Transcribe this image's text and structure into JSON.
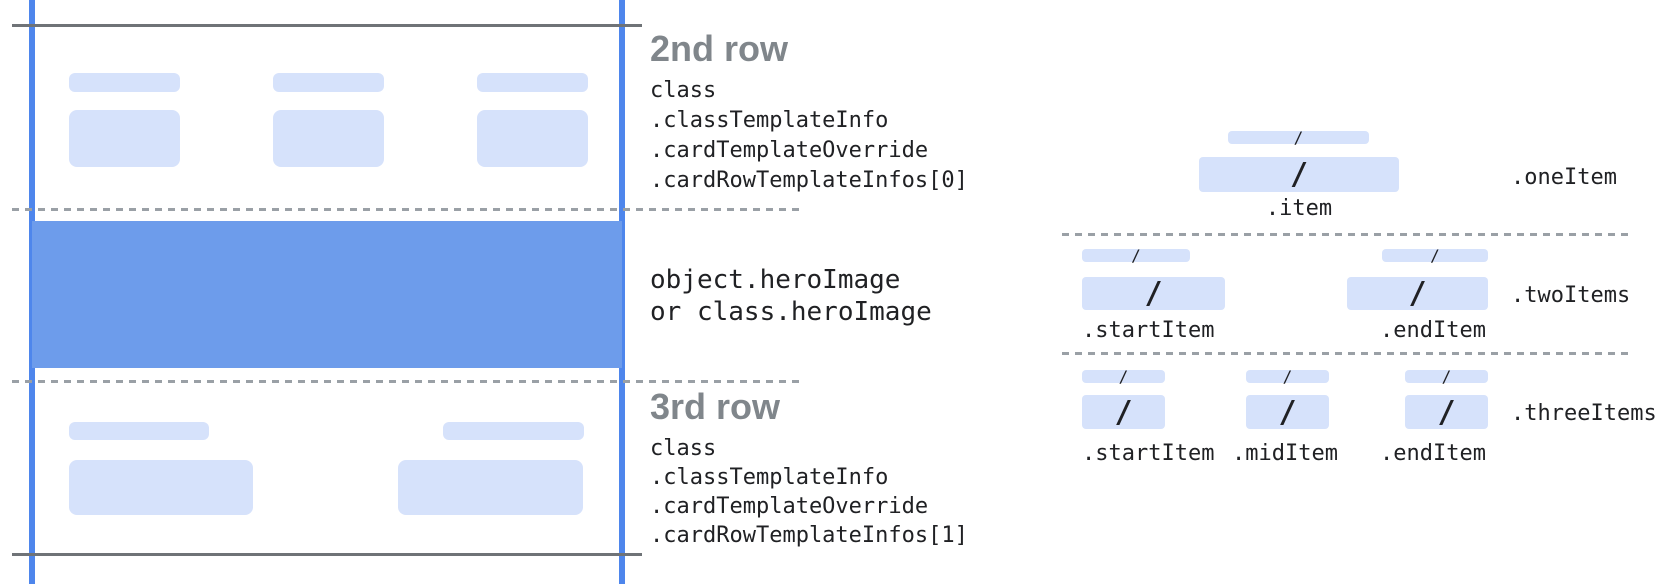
{
  "card": {
    "row2": {
      "heading": "2nd row",
      "code": [
        "class",
        ".classTemplateInfo",
        ".cardTemplateOverride",
        ".cardRowTemplateInfos[0]"
      ]
    },
    "hero": {
      "code": [
        "object.heroImage",
        "or class.heroImage"
      ]
    },
    "row3": {
      "heading": "3rd row",
      "code": [
        "class",
        ".classTemplateInfo",
        ".cardTemplateOverride",
        ".cardRowTemplateInfos[1]"
      ]
    }
  },
  "placeholder_slash": "/",
  "layouts": {
    "one": {
      "name": ".oneItem",
      "labels": [
        ".item"
      ]
    },
    "two": {
      "name": ".twoItems",
      "labels": [
        ".startItem",
        ".endItem"
      ]
    },
    "three": {
      "name": ".threeItems",
      "labels": [
        ".startItem",
        ".midItem",
        ".endItem"
      ]
    }
  },
  "colors": {
    "accent_blue_line": "#4e86ec",
    "hero_blue": "#6d9ceb",
    "placeholder_bar_blue": "#d6e2fb",
    "solid_line_gray": "#6f7377",
    "dashed_line_gray": "#9aa0a6",
    "heading_gray": "#80868b",
    "code_text": "#202124"
  }
}
